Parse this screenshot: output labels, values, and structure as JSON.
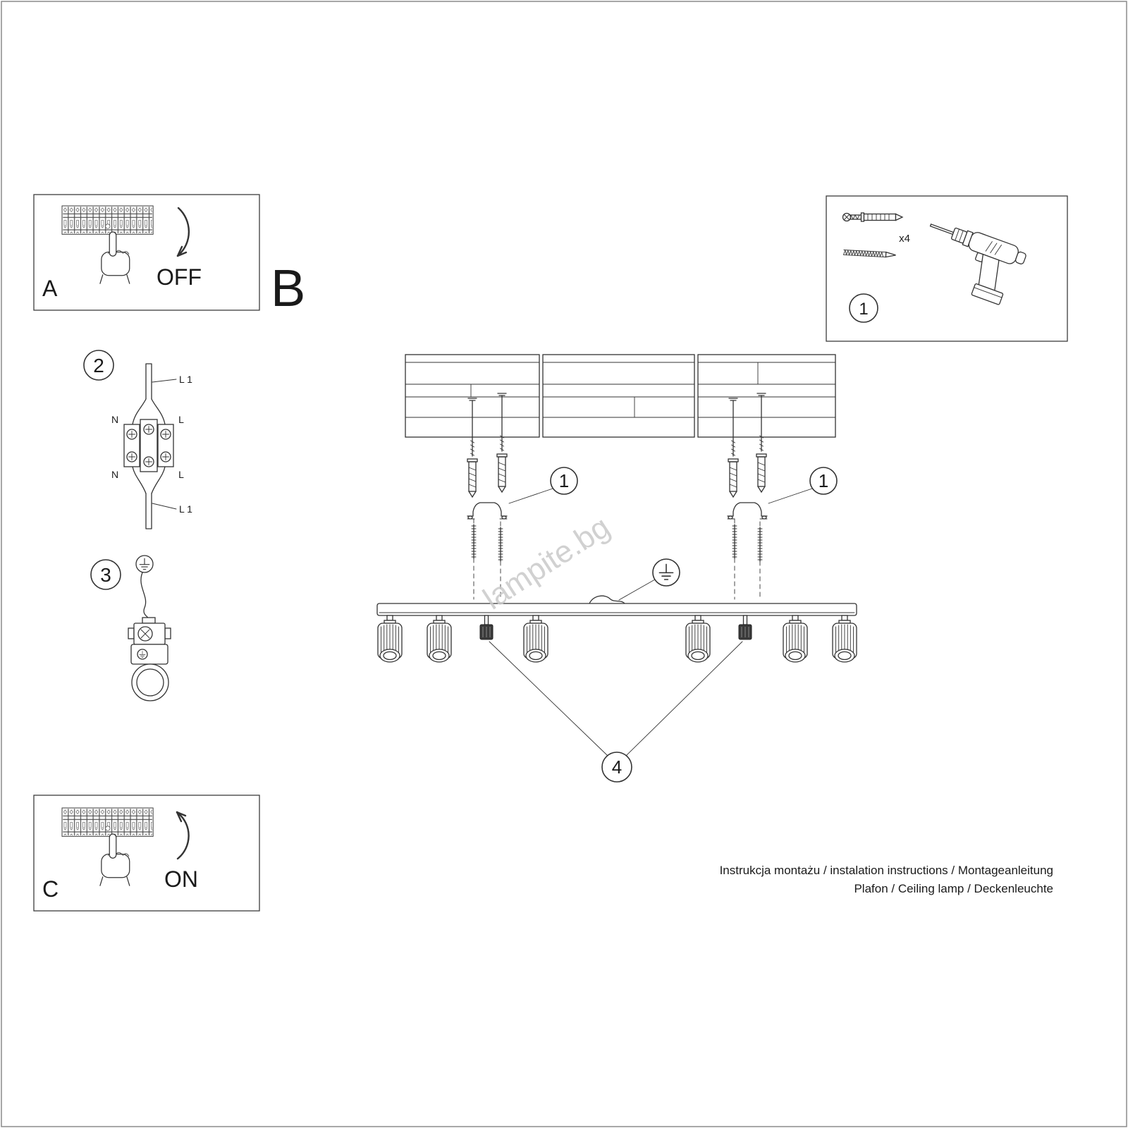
{
  "watermark": "lampite.bg",
  "panel_a": {
    "letter": "A",
    "switch_state": "OFF"
  },
  "section_b": {
    "letter": "B"
  },
  "tools_panel": {
    "callout": "1",
    "anchor_qty": "x4"
  },
  "step2": {
    "callout": "2",
    "labels": {
      "top_wire": "L 1",
      "top_left": "N",
      "top_right": "L",
      "bottom_left": "N",
      "bottom_right": "L",
      "bottom_wire": "L 1"
    }
  },
  "step3": {
    "callout": "3"
  },
  "panel_c": {
    "letter": "C",
    "switch_state": "ON"
  },
  "assembly": {
    "callout_anchor_left": "1",
    "callout_anchor_right": "1",
    "callout_caps": "4"
  },
  "footer": {
    "line1": "Instrukcja montażu / instalation instructions / Montageanleitung",
    "line2": "Plafon / Ceiling lamp / Deckenleuchte"
  }
}
